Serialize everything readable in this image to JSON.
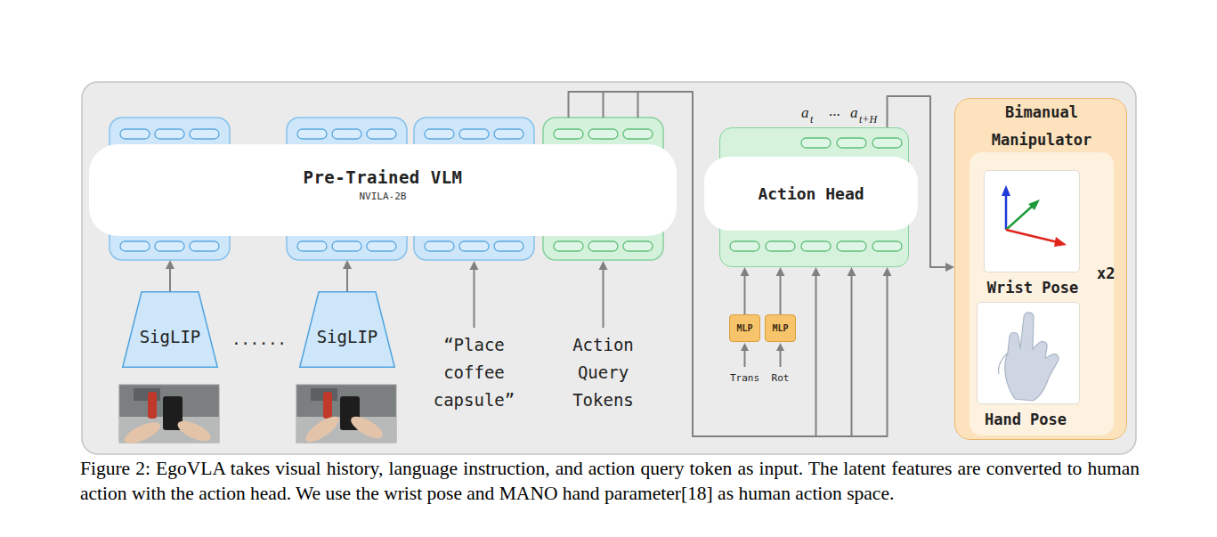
{
  "diagram": {
    "caption": "Figure 2: EgoVLA takes visual history, language instruction, and action query token as input. The latent features are converted to human action with the action head. We use the wrist pose and MANO hand parameter[18] as human action space.",
    "nodes": [
      {
        "text": [
          "Pre-Trained VLM",
          "NVILA-2B"
        ]
      },
      {
        "text": [
          "SigLIP"
        ]
      },
      {
        "text": [
          "SigLIP"
        ]
      },
      {
        "text": [
          "Action Head"
        ]
      },
      {
        "text": [
          "MLP"
        ]
      },
      {
        "text": [
          "MLP"
        ]
      },
      {
        "text": [
          "Bimanual Manipulator"
        ]
      },
      {
        "text": [
          "Wrist Pose"
        ],
        "in": 6
      },
      {
        "text": [
          "Hand Pose"
        ],
        "in": 6
      }
    ],
    "edges": [
      {
        "from": 1,
        "to": 0,
        "arrow": "to"
      },
      {
        "from": 2,
        "to": 0,
        "arrow": "to"
      },
      {
        "from": 0,
        "to": 3,
        "arrow": "to"
      },
      {
        "from": 4,
        "to": 3,
        "arrow": "to"
      },
      {
        "from": 5,
        "to": 3,
        "arrow": "to"
      },
      {
        "from": 3,
        "to": 6,
        "arrow": "to"
      }
    ],
    "labels": [
      "......",
      "“Place coffee capsule”",
      "Action Query Tokens",
      "Trans",
      "Rot",
      "a",
      "t",
      "...",
      "a",
      "t+H",
      "x2"
    ]
  }
}
